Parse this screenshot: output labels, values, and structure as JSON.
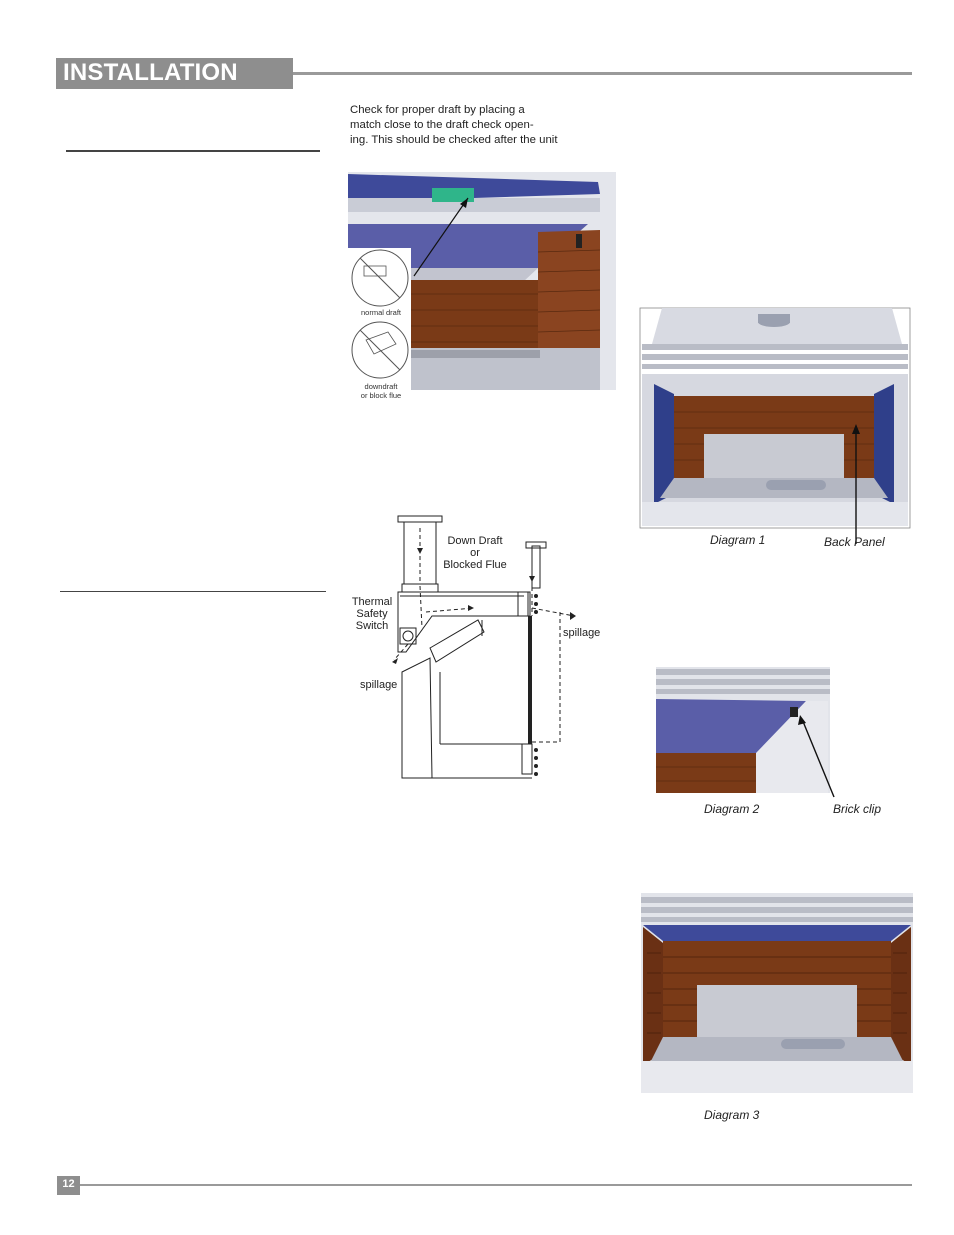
{
  "header": {
    "title": "INSTALLATION"
  },
  "draft_check": {
    "lines": [
      "Check for proper draft by placing a",
      "match close to the draft check open-",
      "ing. This should be checked after the unit"
    ],
    "inset_labels": {
      "normal": "normal draft",
      "downdraft_1": "downdraft",
      "downdraft_2": "or block flue"
    }
  },
  "flue_diagram": {
    "down_draft_1": "Down Draft",
    "down_draft_2": "or",
    "down_draft_3": "Blocked Flue",
    "thermal_1": "Thermal",
    "thermal_2": "Safety",
    "thermal_3": "Switch",
    "spillage_right": "spillage",
    "spillage_left": "spillage"
  },
  "diagram1": {
    "caption": "Diagram 1",
    "callout": "Back Panel"
  },
  "diagram2": {
    "caption": "Diagram 2",
    "callout": "Brick clip"
  },
  "diagram3": {
    "caption": "Diagram 3"
  },
  "footer": {
    "page_number": "12"
  },
  "colors": {
    "header_gray": "#8e8e8e",
    "brick": "#7a3a17",
    "panel_blue": "#5a5a9e"
  }
}
